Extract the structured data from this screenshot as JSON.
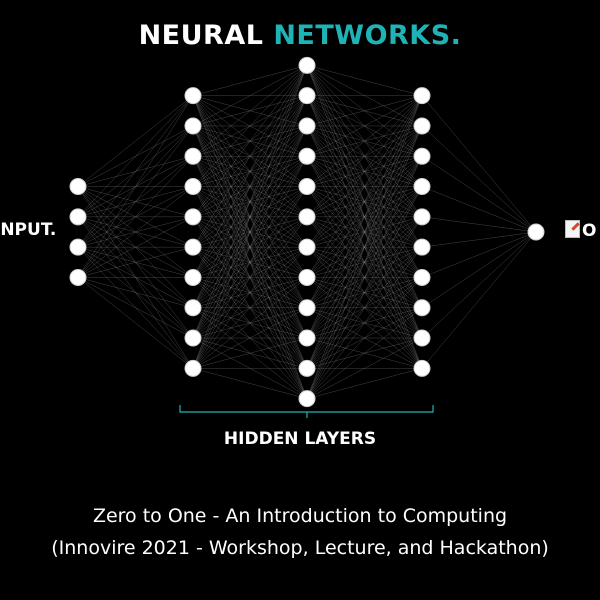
{
  "title": {
    "word1": "NEURAL",
    "word2": "NETWORKS."
  },
  "labels": {
    "input": "INPUT.",
    "output": "O",
    "hidden": "HIDDEN LAYERS"
  },
  "caption": {
    "line1": "Zero to One - An Introduction to Computing",
    "line2": "(Innovire 2021 - Workshop, Lecture, and Hackathon)"
  },
  "network": {
    "layers": [
      4,
      10,
      12,
      10,
      1
    ],
    "node_color": "#ffffff",
    "edge_color": "#8a8a8a",
    "bracket_color": "#1fb3b5",
    "accent": "#1fb3b5",
    "output_icon": "memo-pencil-icon"
  }
}
